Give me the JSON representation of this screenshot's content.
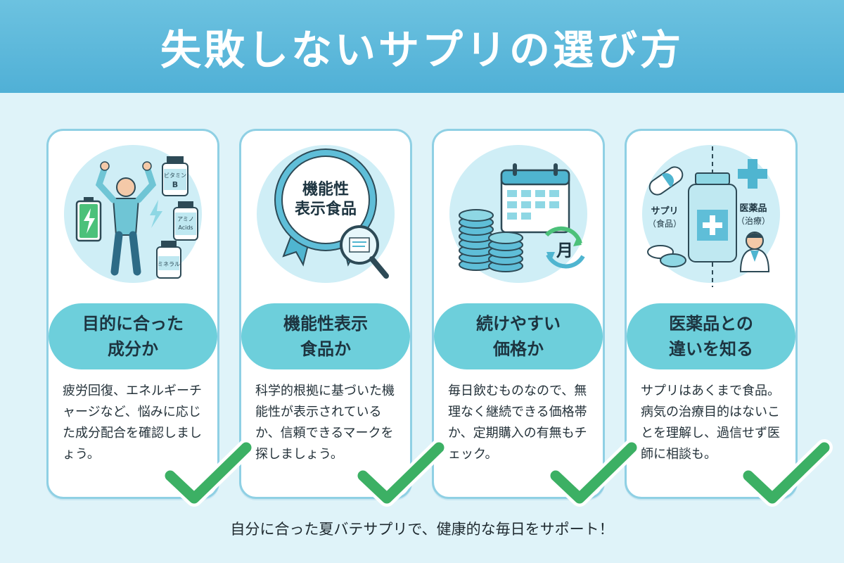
{
  "title": "失敗しないサプリの選び方",
  "cards": [
    {
      "heading": "目的に合った\n成分か",
      "description": "疲労回復、エネルギーチャージなど、悩みに応じた成分配合を確認しましょう。",
      "labels": {
        "bottle1": "ビタミン",
        "bottle1b": "B",
        "bottle2": "アミノ",
        "bottle2b": "Acids",
        "bottle3": "ミネラル"
      },
      "icons": [
        "person-flexing-icon",
        "battery-icon",
        "lightning-icon",
        "vitamin-bottle-icon",
        "amino-bottle-icon",
        "mineral-bottle-icon"
      ]
    },
    {
      "heading": "機能性表示\n食品か",
      "description": "科学的根拠に基づいた機能性が表示されているか、信頼できるマークを探しましょう。",
      "labels": {
        "badge1": "機能性",
        "badge2": "表示食品"
      },
      "icons": [
        "certification-badge-icon",
        "magnifier-icon"
      ]
    },
    {
      "heading": "続けやすい\n価格か",
      "description": "毎日飲むものなので、無理なく継続できる価格帯か、定期購入の有無もチェック。",
      "labels": {
        "month": "月"
      },
      "icons": [
        "calendar-icon",
        "coin-stack-icon",
        "refresh-cycle-icon"
      ]
    },
    {
      "heading": "医薬品との\n違いを知る",
      "description": "サプリはあくまで食品。病気の治療目的はないことを理解し、過信せず医師に相談も。",
      "labels": {
        "supp1": "サプリ",
        "supp2": "（食品）",
        "med1": "医薬品",
        "med2": "（治療）"
      },
      "icons": [
        "capsule-icon",
        "tablet-icon",
        "medicine-bottle-icon",
        "medical-cross-icon",
        "doctor-icon"
      ]
    }
  ],
  "footer": "自分に合った夏バテサプリで、健康的な毎日をサポート！",
  "colors": {
    "header": "#50b0d6",
    "pill": "#6dcfdb",
    "check": "#3cb064",
    "background": "#dff3f9"
  }
}
